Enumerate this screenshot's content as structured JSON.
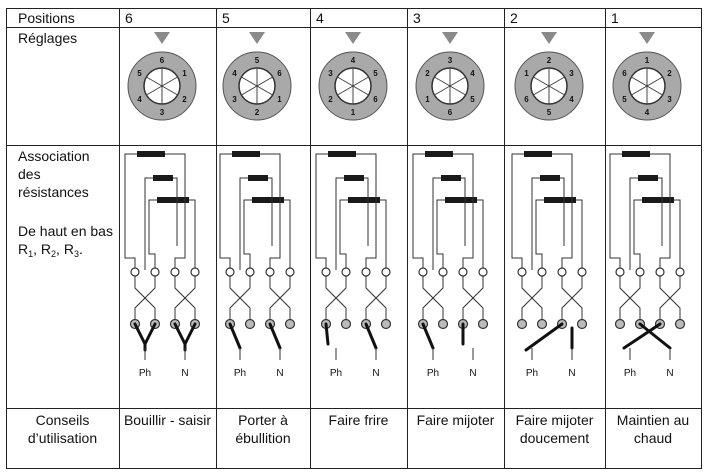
{
  "table": {
    "row_headers": {
      "positions": "Positions",
      "reglages": "Réglages",
      "association": "Association des résistances",
      "association_note_pre": "De haut en bas R",
      "r1_sub": "1",
      "sep1": ", R",
      "r2_sub": "2",
      "sep2": ", R",
      "r3_sub": "3",
      "end": ".",
      "conseils": "Conseils d’utilisation"
    },
    "columns": [
      {
        "position": "6",
        "dial_numbers": [
          "6",
          "1",
          "2",
          "3",
          "4",
          "5"
        ],
        "conseil": "Bouillir - saisir",
        "bridges": "left-right-v",
        "ph": "Ph",
        "n": "N"
      },
      {
        "position": "5",
        "dial_numbers": [
          "5",
          "6",
          "1",
          "2",
          "3",
          "4"
        ],
        "conseil": "Porter à ébullition",
        "bridges": "down-down",
        "ph": "Ph",
        "n": "N"
      },
      {
        "position": "4",
        "dial_numbers": [
          "4",
          "5",
          "6",
          "1",
          "2",
          "3"
        ],
        "conseil": "Faire frire",
        "bridges": "single-right",
        "ph": "Ph",
        "n": "N"
      },
      {
        "position": "3",
        "dial_numbers": [
          "3",
          "4",
          "5",
          "6",
          "1",
          "2"
        ],
        "conseil": "Faire mijoter",
        "bridges": "single-left",
        "ph": "Ph",
        "n": "N"
      },
      {
        "position": "2",
        "dial_numbers": [
          "2",
          "3",
          "4",
          "5",
          "6",
          "1"
        ],
        "conseil": "Faire mijoter doucement",
        "bridges": "long-diagonal",
        "ph": "Ph",
        "n": "N"
      },
      {
        "position": "1",
        "dial_numbers": [
          "1",
          "2",
          "3",
          "4",
          "5",
          "6"
        ],
        "conseil": "Maintien au chaud",
        "bridges": "cross",
        "ph": "Ph",
        "n": "N"
      }
    ]
  },
  "colors": {
    "grid": "#222222",
    "dial_outer": "#a9a9a9",
    "dial_inner": "#ffffff",
    "pointer": "#8a8a8a",
    "wire": "#333333",
    "resistor": "#1a1a1a",
    "bridge": "#111111"
  }
}
